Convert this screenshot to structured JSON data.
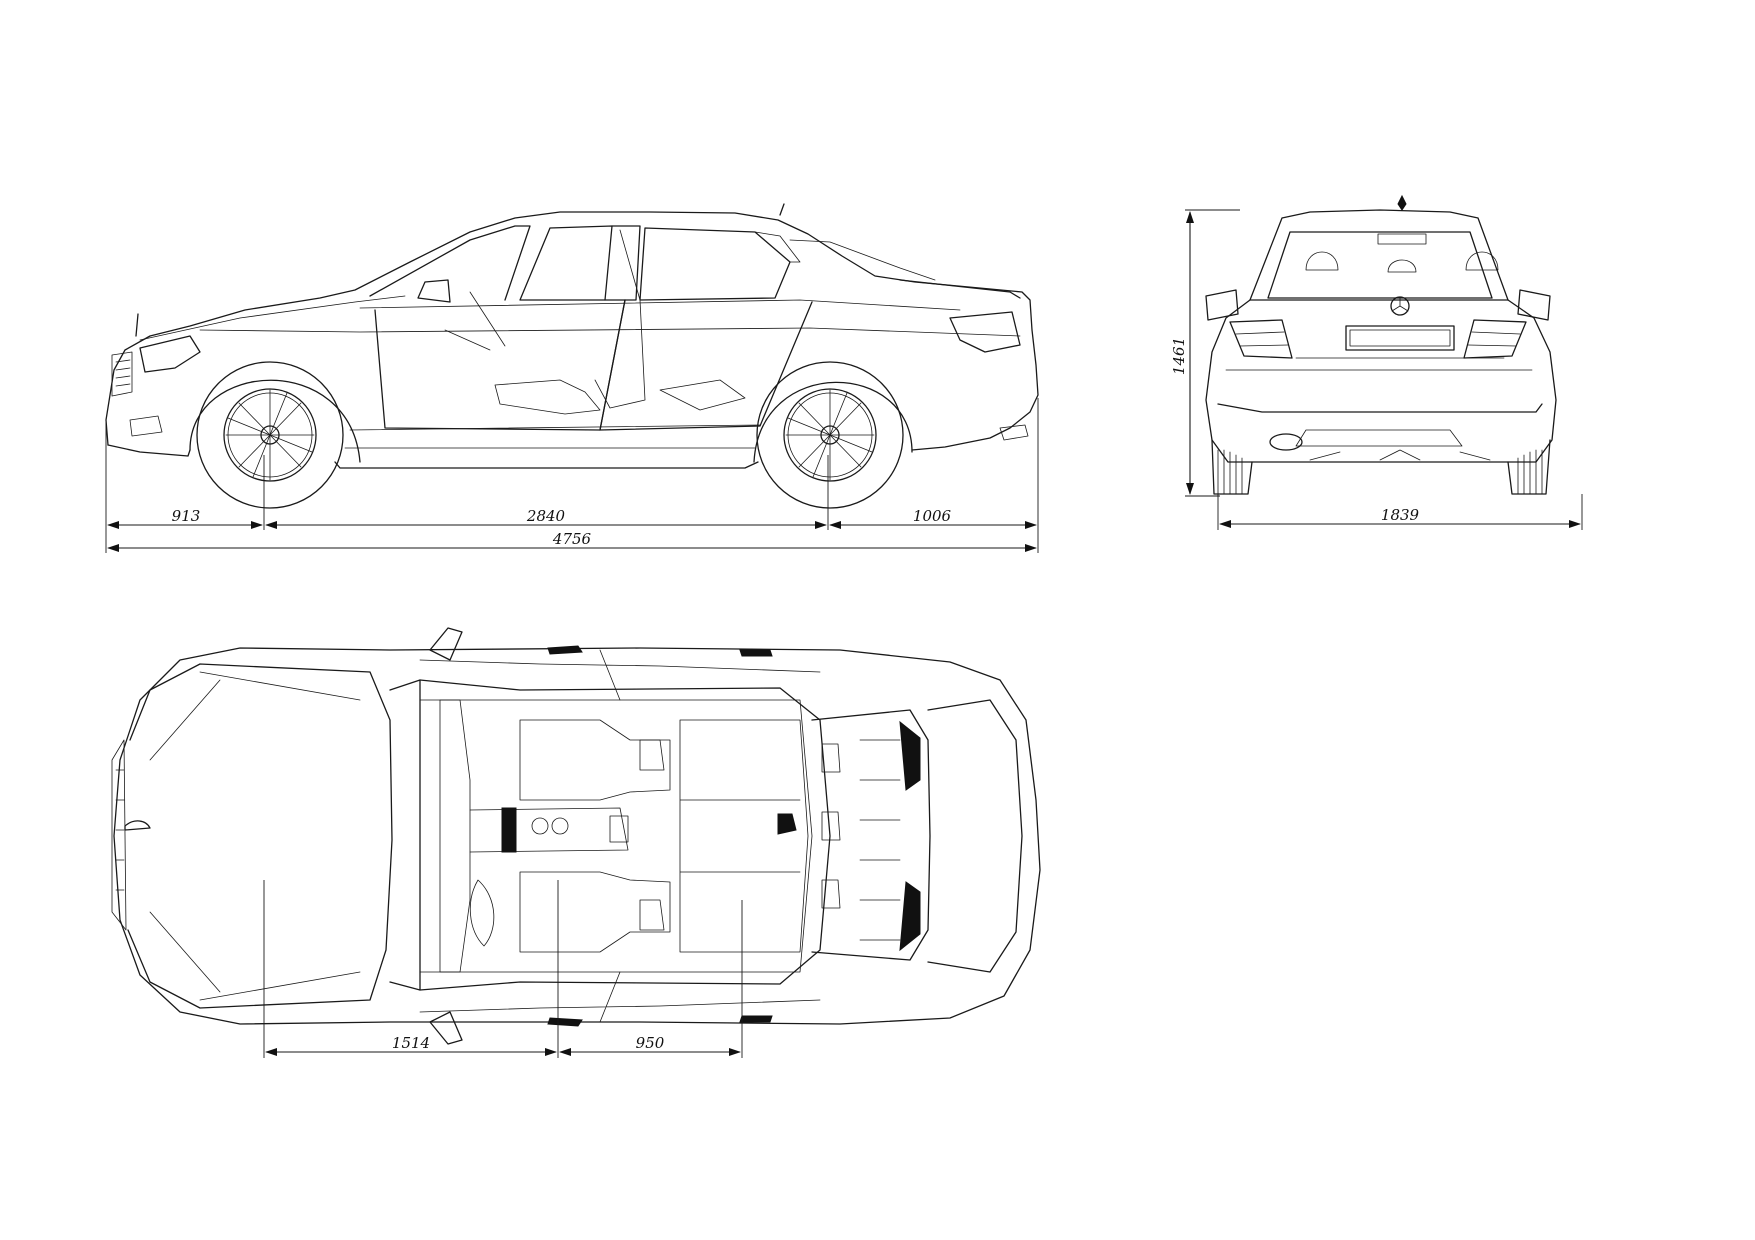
{
  "drawing": {
    "views": [
      "side-view",
      "rear-view",
      "top-view"
    ],
    "line_color": "#1a1a1a",
    "background": "#ffffff"
  },
  "dimensions": {
    "front_overhang": "913",
    "wheelbase": "2840",
    "rear_overhang": "1006",
    "overall_length": "4756",
    "height": "1461",
    "width": "1839",
    "front_to_seat": "1514",
    "seat_spacing": "950"
  }
}
